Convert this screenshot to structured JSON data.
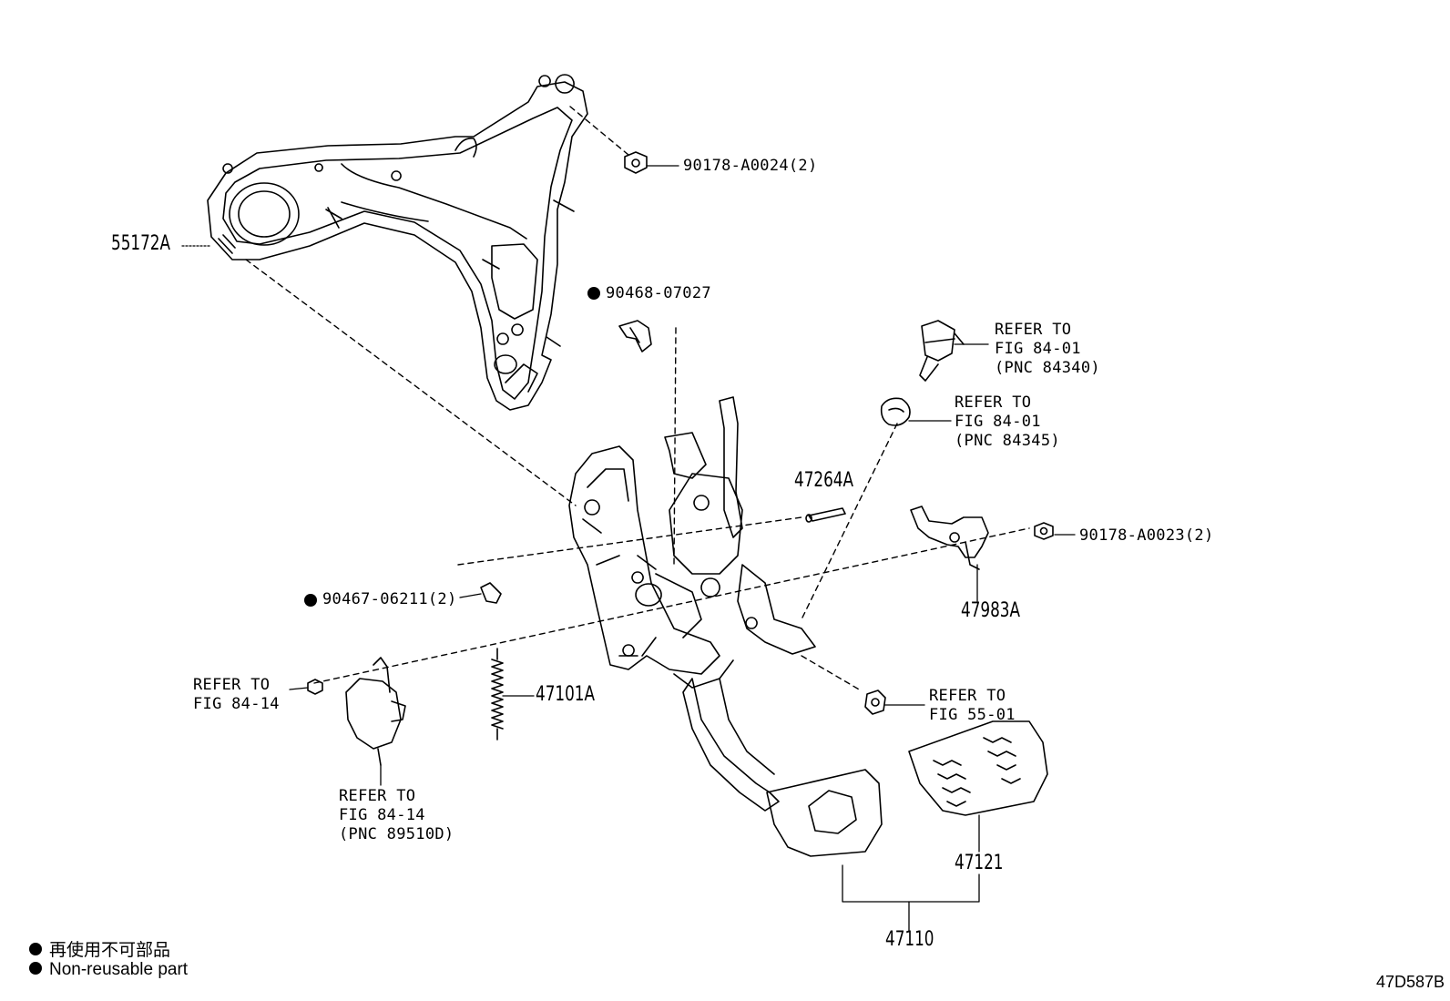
{
  "parts": {
    "p55172A": "55172A",
    "p90178_24": "90178-A0024(2)",
    "p90468": "90468-07027",
    "ref_84340": "REFER TO\nFIG 84-01\n(PNC 84340)",
    "ref_84345": "REFER TO\nFIG 84-01\n(PNC 84345)",
    "p47264A": "47264A",
    "p90178_23": "90178-A0023(2)",
    "p47983A": "47983A",
    "p90467": "90467-06211(2)",
    "ref_84_14": "REFER TO\nFIG 84-14",
    "p47101A": "47101A",
    "ref_55_01": "REFER TO\nFIG 55-01",
    "ref_89510D": "REFER TO\nFIG 84-14\n(PNC 89510D)",
    "p47121": "47121",
    "p47110": "47110"
  },
  "legend": {
    "jp": "再使用不可部品",
    "en": "Non-reusable part"
  },
  "diagram_code": "47D587B"
}
